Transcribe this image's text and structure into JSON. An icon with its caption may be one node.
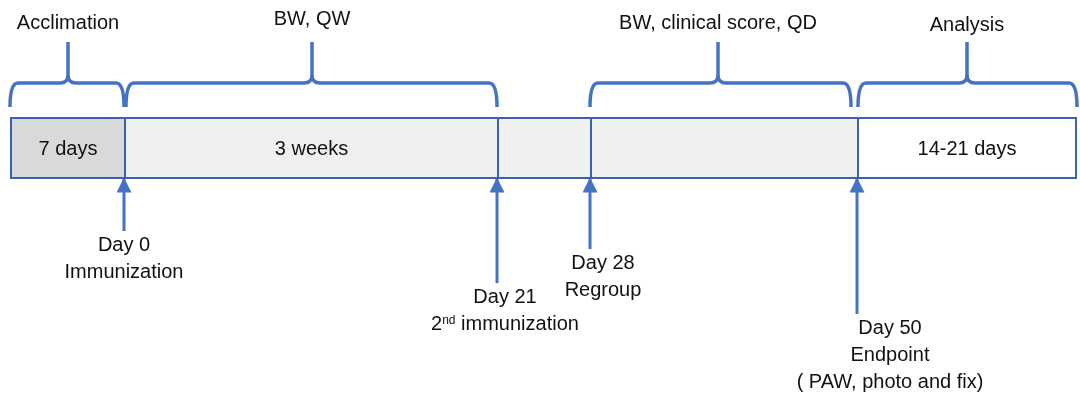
{
  "diagram": {
    "nodes": [
      {
        "text": [
          "7 days"
        ]
      },
      {
        "text": [
          "3 weeks"
        ]
      },
      {
        "text": [],
        "shape": "box"
      },
      {
        "text": [],
        "shape": "box"
      },
      {
        "text": [
          "14-21 days"
        ]
      },
      {
        "text": [
          "Day 0",
          "Immunization"
        ]
      },
      {
        "text": [
          "Day 21",
          "2$^{nd}$ immunization"
        ]
      },
      {
        "text": [
          "Day 28",
          "Regroup"
        ]
      },
      {
        "text": [
          "Day 50",
          "Endpoint",
          "( PAW, photo and fix)"
        ]
      }
    ],
    "edges": [
      {
        "from": 5,
        "to": 1,
        "arrow": "to"
      },
      {
        "from": 6,
        "to": 2,
        "arrow": "to"
      },
      {
        "from": 7,
        "to": 3,
        "arrow": "to"
      },
      {
        "from": 8,
        "to": 4,
        "arrow": "to"
      }
    ],
    "labels": [
      "Acclimation",
      "BW, QW",
      "BW, clinical score, QD",
      "Analysis"
    ]
  }
}
